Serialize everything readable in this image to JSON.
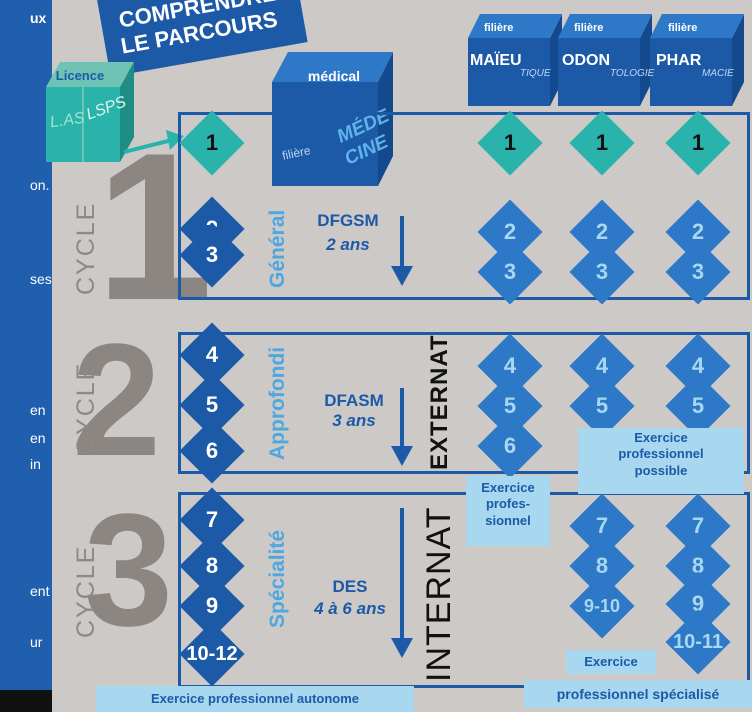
{
  "sidebar": {
    "lines": [
      "ux",
      "on.",
      "ses",
      "en",
      "en",
      "in",
      "ent",
      "ur"
    ]
  },
  "banner": {
    "line1": "COMPRENDRE",
    "line2": "LE PARCOURS"
  },
  "licence": {
    "top": "Licence",
    "left": "L.AS",
    "right": "LSPS"
  },
  "medical": {
    "top": "médical",
    "filiere": "filière",
    "name1": "MÉDE",
    "name2": "CINE"
  },
  "filieres": [
    {
      "tag": "filière",
      "name": "MAÏEU",
      "suffix": "TIQUE"
    },
    {
      "tag": "filière",
      "name": "ODON",
      "suffix": "TOLOGIE"
    },
    {
      "tag": "filière",
      "name": "PHAR",
      "suffix": "MACIE"
    }
  ],
  "cycles": {
    "c1": {
      "big": "1",
      "label": "CYCLE"
    },
    "c2": {
      "big": "2",
      "label": "CYCLE"
    },
    "c3": {
      "big": "3",
      "label": "CYCLE"
    }
  },
  "medicine_numbers": [
    "1",
    "2",
    "3",
    "4",
    "5",
    "6",
    "7",
    "8",
    "9",
    "10-12"
  ],
  "maieu_numbers": [
    "1",
    "2",
    "3",
    "4",
    "5",
    "6"
  ],
  "odon_numbers": [
    "1",
    "2",
    "3",
    "4",
    "5",
    "7",
    "8",
    "9-10"
  ],
  "phar_numbers": [
    "1",
    "2",
    "3",
    "4",
    "5",
    "7",
    "8",
    "9",
    "10-11"
  ],
  "phases": {
    "general": "Général",
    "approfondi": "Approfondi",
    "specialite": "Spécialité"
  },
  "diplomas": {
    "dfgsm": "DFGSM",
    "dfgsm_years": "2 ans",
    "dfasm": "DFASM",
    "dfasm_years": "3 ans",
    "des": "DES",
    "des_years": "4 à 6 ans"
  },
  "stages": {
    "externat": "EXTERNAT",
    "internat": "INTERNAT"
  },
  "notes": {
    "exercice_prof": [
      "Exercice",
      "profes-",
      "sionnel"
    ],
    "exercice_possible": [
      "Exercice",
      "professionnel",
      "possible"
    ],
    "exercice_label": "Exercice",
    "exercice_autonome": "Exercice professionnel autonome",
    "exercice_specialise": "professionnel spécialisé"
  },
  "colors": {
    "dark_blue": "#1c5aa8",
    "mid_blue": "#2e78c8",
    "teal": "#2ab3aa",
    "light_blue": "#4fa7df",
    "pale_blue": "#a7d8ef",
    "background": "#cdc9c6"
  }
}
